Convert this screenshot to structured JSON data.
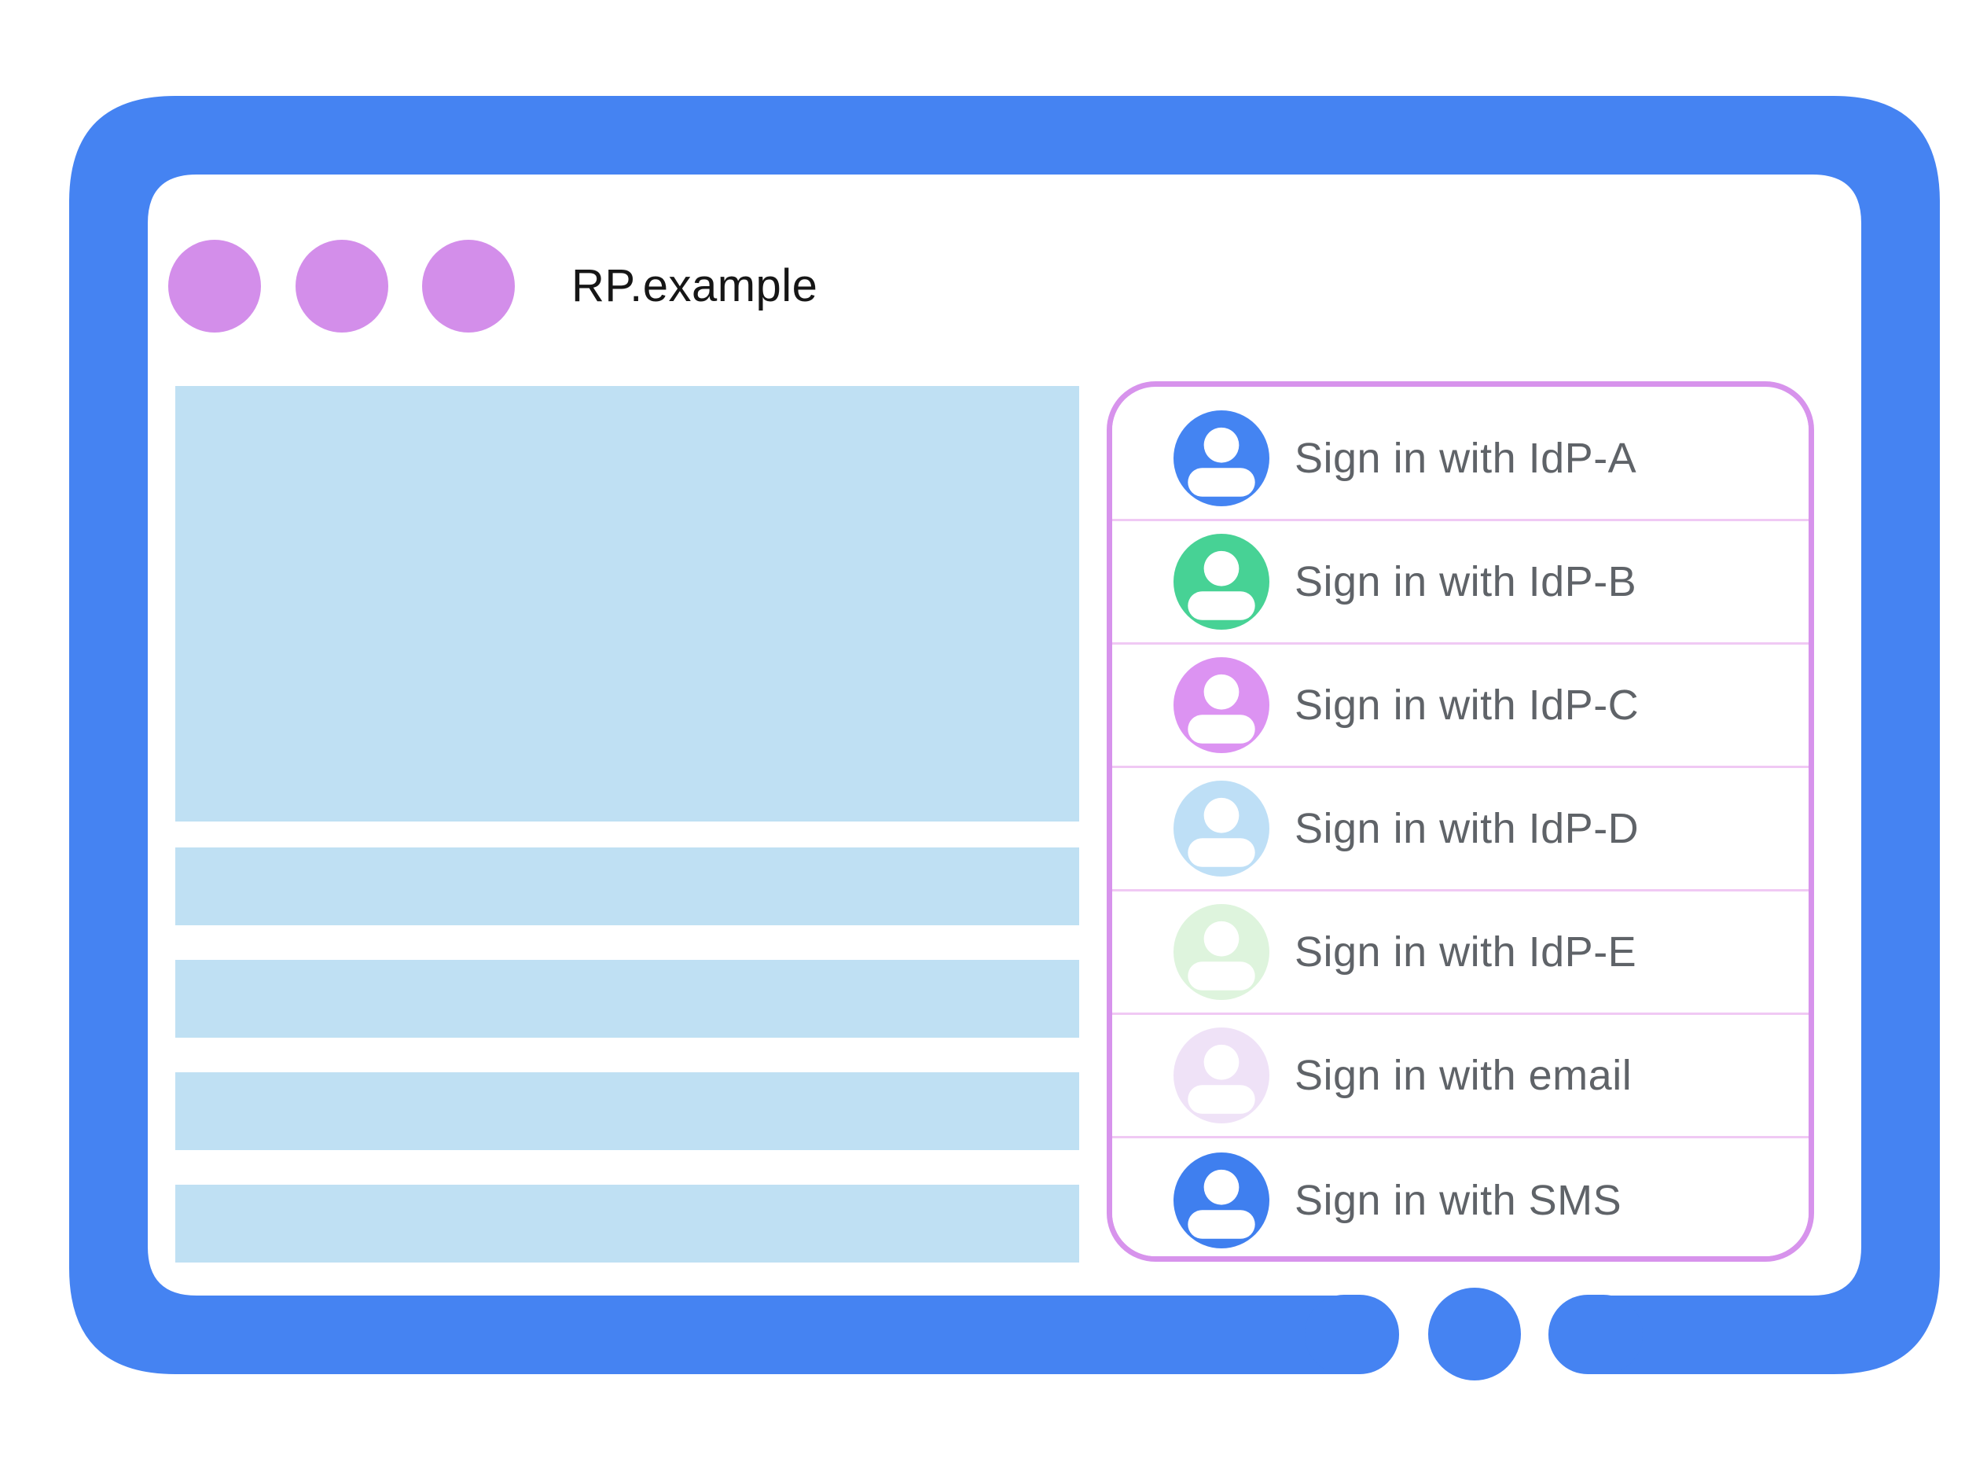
{
  "diagram": {
    "description": "Browser window mockup showing a relying party page with a federated sign-in account chooser",
    "frame_color": "#4583f2",
    "window_controls_color": "#d38eea",
    "content_placeholder_color": "#bfe0f3"
  },
  "window": {
    "title": "RP.example"
  },
  "signin_panel": {
    "border_color": "#d793ec",
    "divider_color": "#f0c9f4",
    "label_color": "#5f6368",
    "items": [
      {
        "label": "Sign in with IdP-A",
        "color": "#4484f2"
      },
      {
        "label": "Sign in with IdP-B",
        "color": "#47d295"
      },
      {
        "label": "Sign in with IdP-C",
        "color": "#dc93f2"
      },
      {
        "label": "Sign in with IdP-D",
        "color": "#bedff6"
      },
      {
        "label": "Sign in with IdP-E",
        "color": "#def4dd"
      },
      {
        "label": "Sign in with email",
        "color": "#efe2f7"
      },
      {
        "label": "Sign in with SMS",
        "color": "#3f7fef"
      }
    ]
  }
}
